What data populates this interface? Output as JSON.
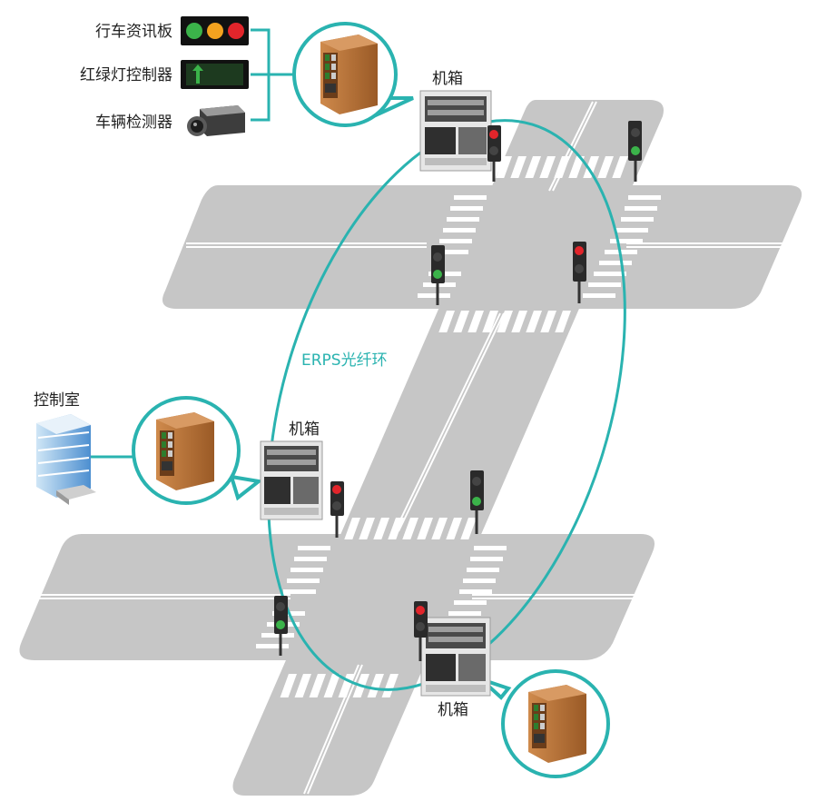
{
  "legend": {
    "items": [
      {
        "label": "行车资讯板",
        "icon": "traffic-info-board-icon"
      },
      {
        "label": "红绿灯控制器",
        "icon": "signal-controller-icon"
      },
      {
        "label": "车辆检测器",
        "icon": "vehicle-detector-camera-icon"
      }
    ]
  },
  "labels": {
    "cabinet_top": "机箱",
    "cabinet_middle": "机箱",
    "cabinet_bottom": "机箱",
    "control_room": "控制室",
    "ring": "ERPS光纤环"
  },
  "colors": {
    "ring": "#2ab3b0",
    "road": "#c6c6c6",
    "switch_body": "#b8733a",
    "light_red": "#e2252b",
    "light_green": "#3bb34a",
    "light_amber": "#f3a21f"
  }
}
